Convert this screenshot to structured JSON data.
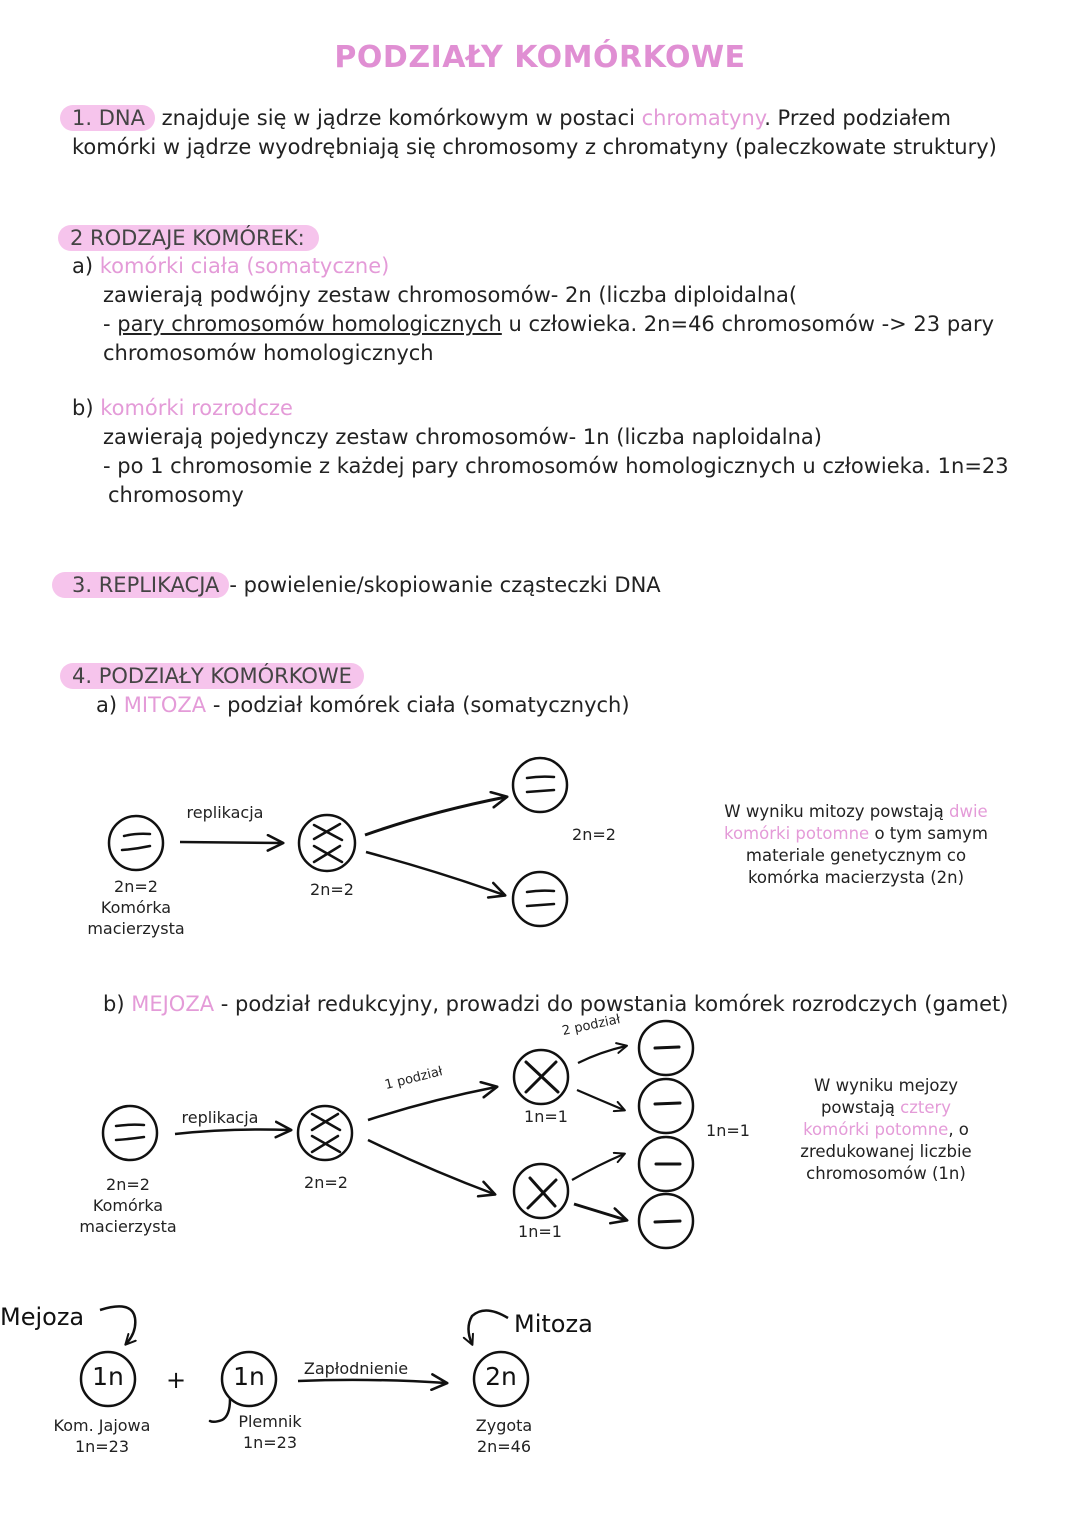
{
  "title": "PODZIAŁY KOMÓRKOWE",
  "s1": {
    "label": "1. DNA",
    "text_a": " znajduje się w jądrze komórkowym w postaci ",
    "chromatin": "chromatyny",
    "text_b": ". Przed podziałem",
    "line2": "komórki w jądrze wyodrębniają się chromosomy z chromatyny (paleczkowate struktury)"
  },
  "s2": {
    "label": "2 RODZAJE KOMÓREK:",
    "a_prefix": "a) ",
    "a_title": "komórki ciała (somatyczne)",
    "a_line1": "zawierają podwójny zestaw chromosomów- 2n (liczba diploidalna(",
    "a_line2_pre": "- ",
    "a_line2_u": "pary chromosomów homologicznych",
    "a_line2_post": " u człowieka. 2n=46 chromosomów -> 23 pary",
    "a_line3": "chromosomów homologicznych",
    "b_prefix": "b) ",
    "b_title": "komórki rozrodcze",
    "b_line1": "zawierają pojedynczy zestaw chromosomów- 1n (liczba naploidalna)",
    "b_line2": "- po 1 chromosomie z każdej pary chromosomów homologicznych u człowieka. 1n=23",
    "b_line3": "chromosomy"
  },
  "s3": {
    "label": "3. REPLIKACJA",
    "text": "- powielenie/skopiowanie cząsteczki DNA"
  },
  "s4": {
    "label": "4. PODZIAŁY KOMÓRKOWE",
    "mitoza": {
      "prefix": "a) ",
      "name": "MITOZA",
      "text": " - podział komórek ciała (somatycznych)",
      "replikacja": "replikacja",
      "mother_ploidy": "2n=2",
      "mother_line1": "Komórka",
      "mother_line2": "macierzysta",
      "mid_ploidy": "2n=2",
      "daughter_ploidy": "2n=2",
      "note_a": "W wyniku mitozy powstają ",
      "note_pink1": "dwie",
      "note_pink2": "komórki potomne",
      "note_b": " o tym samym",
      "note_c": "materiale genetycznym co",
      "note_d": "komórka macierzysta (2n)"
    },
    "mejoza": {
      "prefix": "b) ",
      "name": "MEJOZA",
      "text": " - podział redukcyjny, prowadzi do powstania komórek rozrodczych (gamet)",
      "replikacja": "replikacja",
      "podzial1": "1 podział",
      "podzial2": "2 podział",
      "mother_ploidy": "2n=2",
      "mother_line1": "Komórka",
      "mother_line2": "macierzysta",
      "mid_ploidy": "2n=2",
      "inter_ploidy_top": "1n=1",
      "inter_ploidy_bottom": "1n=1",
      "final_ploidy": "1n=1",
      "note_a": "W wyniku mejozy",
      "note_b": "powstają ",
      "note_pink1": "cztery",
      "note_pink2": "komórki potomne",
      "note_c": ", o",
      "note_d": "zredukowanej liczbie",
      "note_e": "chromosomów (1n)"
    }
  },
  "bottom": {
    "mejoza": "Mejoza",
    "mitoza": "Mitoza",
    "egg_symbol": "1n",
    "plus": "+",
    "sperm_symbol": "1n",
    "zygote_symbol": "2n",
    "fertilization": "Zapłodnienie",
    "egg_line1": "Kom. Jajowa",
    "egg_line2": "1n=23",
    "sperm_line1": "Plemnik",
    "sperm_line2": "1n=23",
    "zygote_line1": "Zygota",
    "zygote_line2": "2n=46"
  }
}
